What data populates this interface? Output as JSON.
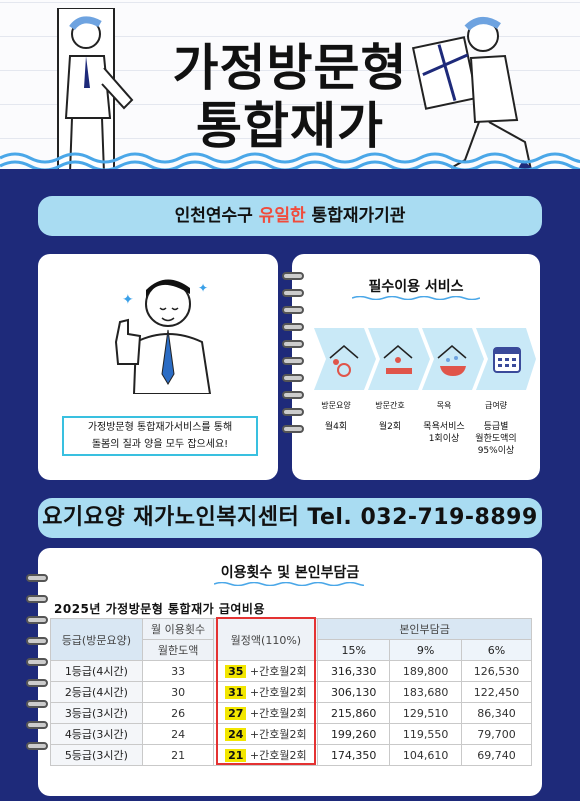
{
  "header": {
    "title_line1": "가정방문형",
    "title_line2": "통합재가"
  },
  "banner_top": {
    "prefix": "인천연수구 ",
    "highlight": "유일한",
    "suffix": " 통합재가기관"
  },
  "left_card": {
    "quote_line1": "가정방문형 통합재가서비스를 통해",
    "quote_line2": "돌봄의 질과 양을 모두 잡으세요!"
  },
  "services": {
    "title": "필수이용 서비스",
    "items": [
      {
        "name": "방문요양",
        "value_line1": "월4회",
        "value_line2": "",
        "value_line3": ""
      },
      {
        "name": "방문간호",
        "value_line1": "월2회",
        "value_line2": "",
        "value_line3": ""
      },
      {
        "name": "목욕",
        "value_line1": "목욕서비스",
        "value_line2": "1회이상",
        "value_line3": ""
      },
      {
        "name": "급여량",
        "value_line1": "등급별",
        "value_line2": "월한도액의",
        "value_line3": "95%이상"
      }
    ]
  },
  "banner_contact": {
    "text": "요기요양 재가노인복지센터 Tel. 032-719-8899"
  },
  "fee_table": {
    "title": "이용횟수 및 본인부담금",
    "year_title": "2025년 가정방문형 통합재가 급여비용",
    "headers": {
      "grade": "등급(방문요양)",
      "monthly_count": "월 이용횟수",
      "monthly_limit": "월한도액",
      "fixed_amount": "월정액(110%)",
      "copay": "본인부담금",
      "pct1": "15%",
      "pct2": "9%",
      "pct3": "6%"
    },
    "rows": [
      {
        "grade": "1등급(4시간)",
        "limit": "33",
        "count": "35",
        "suffix": "+간호월2회",
        "p15": "316,330",
        "p9": "189,800",
        "p6": "126,530"
      },
      {
        "grade": "2등급(4시간)",
        "limit": "30",
        "count": "31",
        "suffix": "+간호월2회",
        "p15": "306,130",
        "p9": "183,680",
        "p6": "122,450"
      },
      {
        "grade": "3등급(3시간)",
        "limit": "26",
        "count": "27",
        "suffix": "+간호월2회",
        "p15": "215,860",
        "p9": "129,510",
        "p6": "86,340"
      },
      {
        "grade": "4등급(3시간)",
        "limit": "24",
        "count": "24",
        "suffix": "+간호월2회",
        "p15": "199,260",
        "p9": "119,550",
        "p6": "79,700"
      },
      {
        "grade": "5등급(3시간)",
        "limit": "21",
        "count": "21",
        "suffix": "+간호월2회",
        "p15": "174,350",
        "p9": "104,610",
        "p6": "69,740"
      }
    ]
  },
  "colors": {
    "navy_background": "#1e2a7a",
    "banner_blue": "#a9dcf2",
    "highlight_red": "#f04b3c",
    "badge_yellow": "#f2e600",
    "frame_red": "#e43232"
  },
  "icons": [
    "person-icon",
    "wheelchair-icon",
    "nurse-bed-icon",
    "bathtub-icon",
    "calendar-icon",
    "spiral-binding-icon"
  ]
}
